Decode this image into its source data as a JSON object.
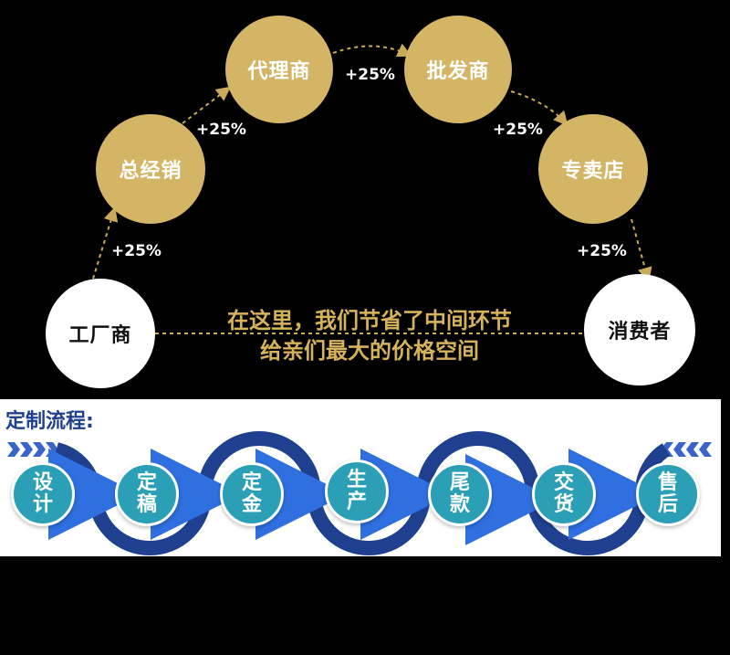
{
  "top_flow": {
    "nodes": [
      {
        "id": "factory",
        "label": "工厂商"
      },
      {
        "id": "general-distributor",
        "label": "总经销"
      },
      {
        "id": "agent",
        "label": "代理商"
      },
      {
        "id": "wholesaler",
        "label": "批发商"
      },
      {
        "id": "specialty-store",
        "label": "专卖店"
      },
      {
        "id": "consumer",
        "label": "消费者"
      }
    ],
    "markups": [
      "+25%",
      "+25%",
      "+25%",
      "+25%",
      "+25%"
    ],
    "message_line1": "在这里，我们节省了中间环节",
    "message_line2": "给亲们最大的价格空间",
    "colors": {
      "gold": "#d4b566",
      "accent_text": "#d6b25a",
      "background": "#000000"
    }
  },
  "process": {
    "title": "定制流程:",
    "steps": [
      {
        "line1": "设",
        "line2": "计"
      },
      {
        "line1": "定",
        "line2": "稿"
      },
      {
        "line1": "定",
        "line2": "金"
      },
      {
        "line1": "生",
        "line2": "产"
      },
      {
        "line1": "尾",
        "line2": "款"
      },
      {
        "line1": "交",
        "line2": "货"
      },
      {
        "line1": "售",
        "line2": "后"
      }
    ],
    "colors": {
      "step": "#2a9fb6",
      "ring": "#1f3f8f",
      "arrow": "#2f6fe0"
    }
  }
}
